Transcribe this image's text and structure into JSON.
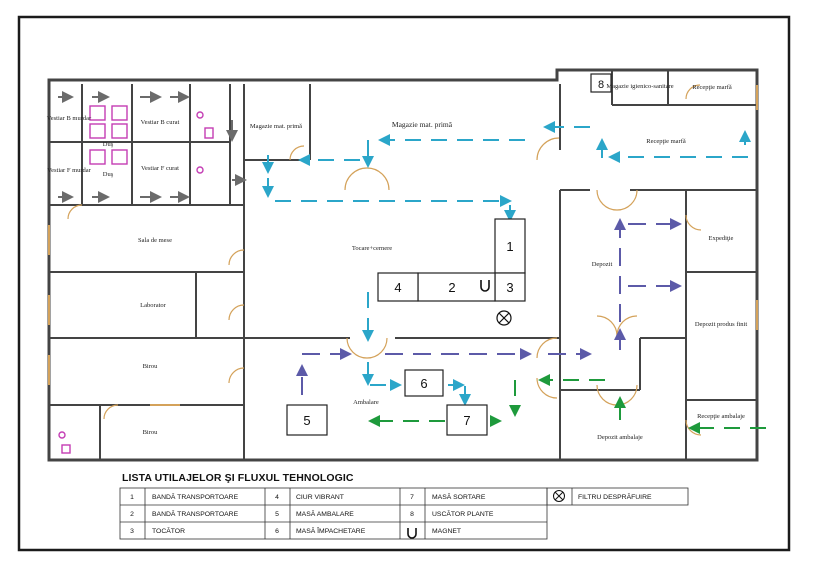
{
  "colors": {
    "frame": "#1b1b1b",
    "wall": "#444444",
    "wall_fill": "#f7f7f7",
    "grey_arrows": "#6b6b6b",
    "cyan_arrows": "#2ba6c9",
    "purple_arrows": "#5c5aa8",
    "green_arrows": "#1e9a3c",
    "door": "#d4a25a",
    "fixture": "#c43db4"
  },
  "rooms": {
    "vestiar_b_murdar": "Vestiar B murdar",
    "vestiar_b_curat": "Vestiar B curat",
    "vestiar_f_murdar": "Vestiar F murdar",
    "vestiar_f_curat": "Vestiar F curat",
    "dus_1": "Duş",
    "dus_2": "Duş",
    "sala_de_mese": "Sala de mese",
    "laborator": "Laborator",
    "birou_1": "Birou",
    "birou_2": "Birou",
    "magazie_small": "Magazie mat. primă",
    "magazie_large": "Magazie mat. primă",
    "tocare": "Tocare+cernere",
    "ambalare": "Ambalare",
    "depozit": "Depozit",
    "depozit_ambalaje": "Depozit ambalaje",
    "expeditie": "Expediţie",
    "depozit_produs_finit": "Depozit produs finit",
    "receptie_ambalaje": "Recepţie ambalaje",
    "receptie_marfa_room": "Recepţie marfă",
    "receptie_marfa_small": "Recepţie marfă",
    "magazie_igienico": "Magazie igienico-sanitare"
  },
  "equipment_labels": {
    "m1": "1",
    "m2": "2",
    "m3": "3",
    "m4": "4",
    "m5": "5",
    "m6": "6",
    "m7": "7",
    "m8": "8"
  },
  "legend": {
    "title": "LISTA UTILAJELOR ŞI FLUXUL TEHNOLOGIC",
    "rows": [
      {
        "n1": "1",
        "t1": "BANDĂ TRANSPORTOARE",
        "n2": "4",
        "t2": "CIUR VIBRANT",
        "n3": "7",
        "t3": "MASĂ SORTARE"
      },
      {
        "n1": "2",
        "t1": "BANDĂ TRANSPORTOARE",
        "n2": "5",
        "t2": "MASĂ AMBALARE",
        "n3": "8",
        "t3": "USCĂTOR PLANTE"
      },
      {
        "n1": "3",
        "t1": "TOCĂTOR",
        "n2": "6",
        "t2": "MASĂ ÎMPACHETARE",
        "n3": "",
        "t3": "MAGNET"
      }
    ],
    "filter_label": "FILTRU DESPRĂFUIRE"
  }
}
